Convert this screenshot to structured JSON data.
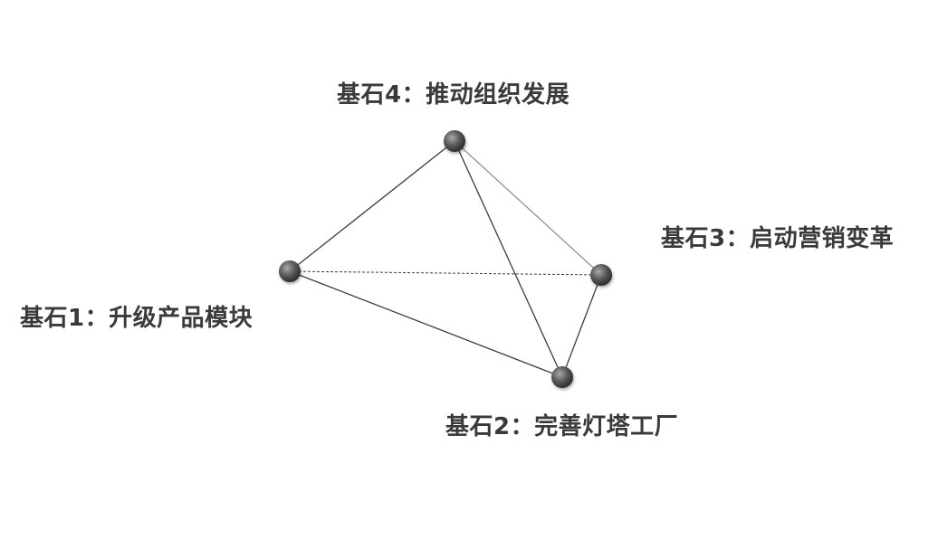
{
  "colors": {
    "edge": "#3c3c3c",
    "edge_light": "#8a8a8a",
    "node_fill_light": "#9a9a9a",
    "node_fill_dark": "#3a3a3a",
    "label": "#3a3a3a"
  },
  "nodes": [
    {
      "id": "n1",
      "label": "基石1：升级产品模块"
    },
    {
      "id": "n2",
      "label": "基石2：完善灯塔工厂"
    },
    {
      "id": "n3",
      "label": "基石3：启动营销变革"
    },
    {
      "id": "n4",
      "label": "基石4：推动组织发展"
    }
  ],
  "edges": [
    {
      "from": "n4",
      "to": "n1",
      "style": "solid"
    },
    {
      "from": "n4",
      "to": "n2",
      "style": "solid"
    },
    {
      "from": "n4",
      "to": "n3",
      "style": "solid-light"
    },
    {
      "from": "n1",
      "to": "n2",
      "style": "solid"
    },
    {
      "from": "n3",
      "to": "n2",
      "style": "solid"
    },
    {
      "from": "n1",
      "to": "n3",
      "style": "dashed"
    }
  ]
}
